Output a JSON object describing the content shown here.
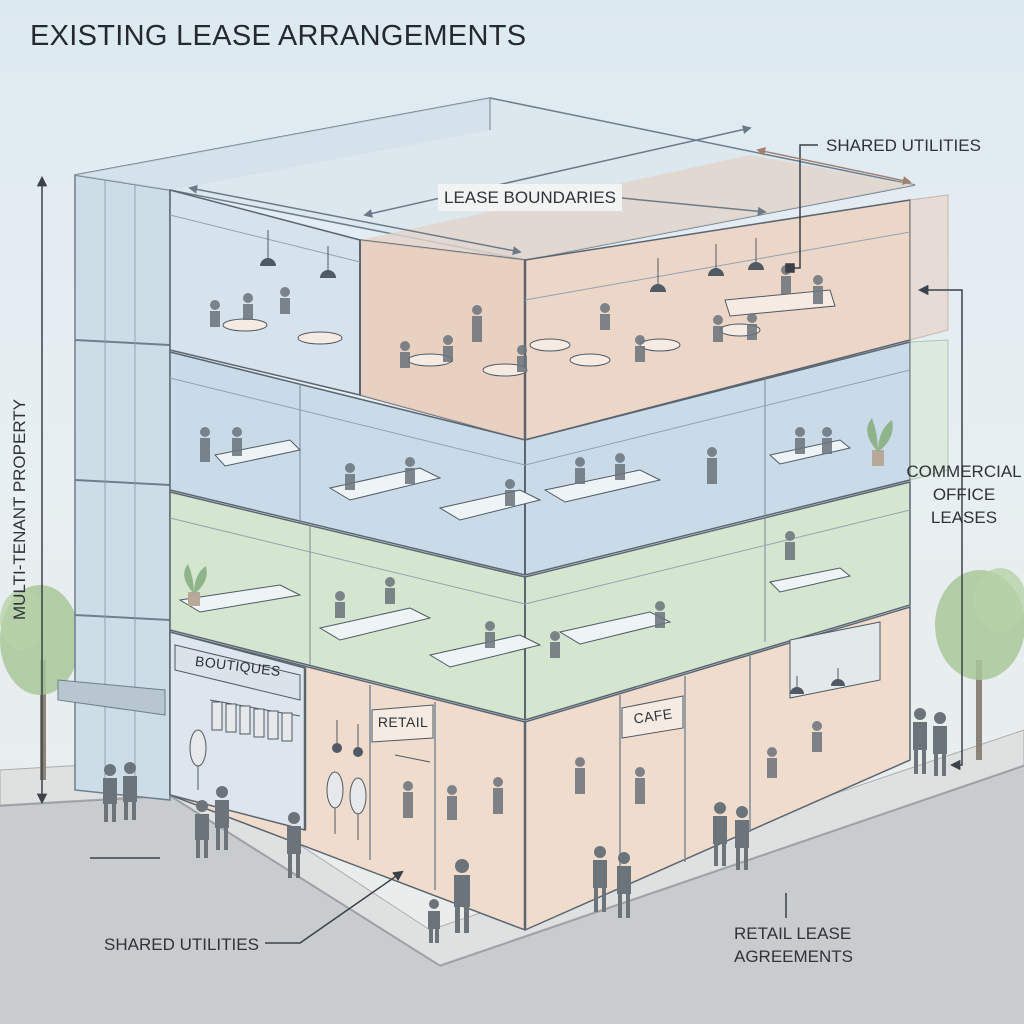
{
  "title": "EXISTING LEASE ARRANGEMENTS",
  "labels": {
    "shared_utilities_top": "SHARED UTILITIES",
    "lease_boundaries": "LEASE BOUNDARIES",
    "commercial_office_leases": [
      "COMMERCIAL",
      "OFFICE",
      "LEASES"
    ],
    "multi_tenant_property": "MULTI-TENANT PROPERTY",
    "shared_utilities_bottom": "SHARED UTILITIES",
    "retail_lease_agreements": [
      "RETAIL LEASE",
      "AGREEMENTS"
    ]
  },
  "signs": {
    "boutiques": "BOUTIQUES",
    "retail": "RETAIL",
    "cafe": "CAFE"
  },
  "colors": {
    "office_blue": "#c9dbe8",
    "office_green": "#d4e6cf",
    "restaurant_peach": "#ecd6c8",
    "retail_peach": "#f0dccd",
    "structure": "#9fb4c6",
    "outline": "#5a6570"
  },
  "icons": [
    "arrow-icon",
    "tree-icon",
    "person-icon",
    "pendant-lamp-icon",
    "plant-icon"
  ]
}
